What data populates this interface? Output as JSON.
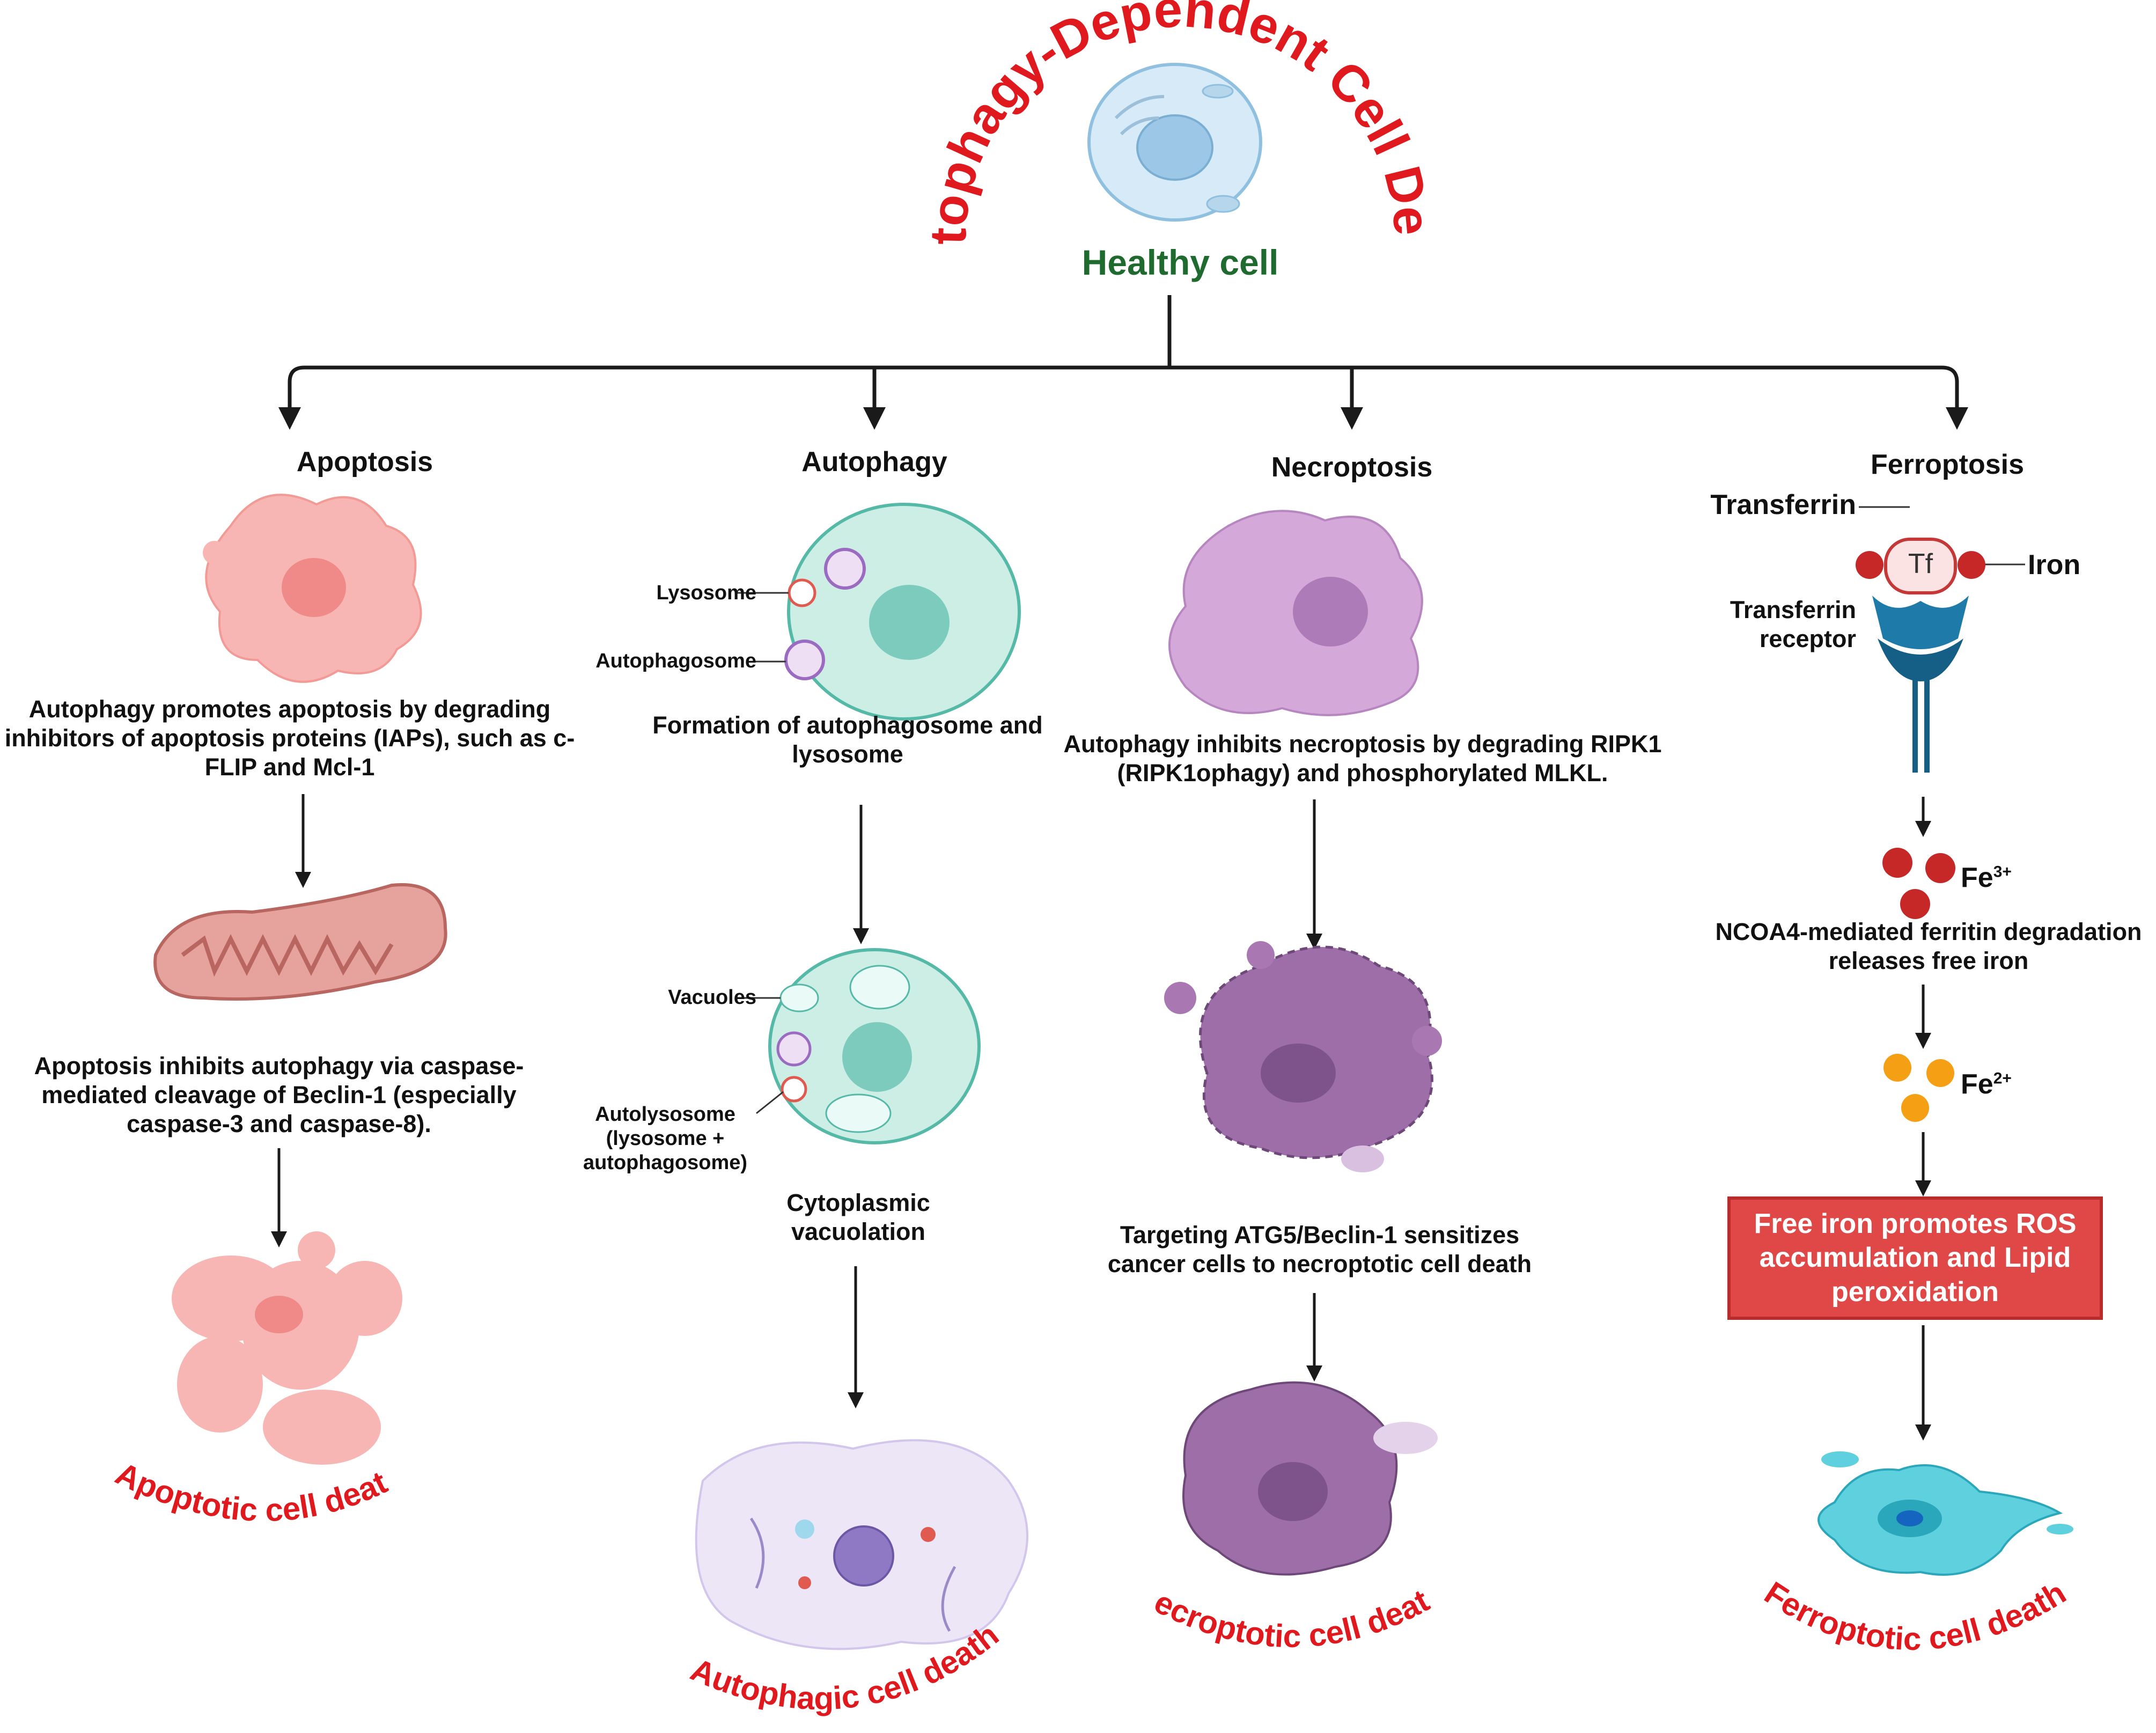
{
  "title": "Autophagy-Dependent Cell Death",
  "healthy_cell": "Healthy cell",
  "branches": {
    "apoptosis": {
      "header": "Apoptosis",
      "text1": "Autophagy promotes apoptosis by degrading inhibitors of apoptosis proteins (IAPs), such as c-FLIP and Mcl-1",
      "text2": "Apoptosis inhibits autophagy via caspase-mediated cleavage of Beclin-1 (especially caspase-3 and caspase-8).",
      "outcome": "Apoptotic cell death"
    },
    "autophagy": {
      "header": "Autophagy",
      "lysosome": "Lysosome",
      "autophagosome": "Autophagosome",
      "text1": "Formation of autophagosome and lysosome",
      "vacuoles": "Vacuoles",
      "autolysosome": "Autolysosome (lysosome + autophagosome)",
      "text2": "Cytoplasmic vacuolation",
      "outcome": "Autophagic cell death"
    },
    "necroptosis": {
      "header": "Necroptosis",
      "text1": "Autophagy inhibits necroptosis by degrading RIPK1 (RIPK1ophagy) and phosphorylated MLKL.",
      "text2": "Targeting ATG5/Beclin-1 sensitizes cancer cells to necroptotic cell death",
      "outcome": "Necroptotic cell death"
    },
    "ferroptosis": {
      "header": "Ferroptosis",
      "transferrin": "Transferrin",
      "tf": "Tf",
      "iron": "Iron",
      "receptor": "Transferrin receptor",
      "fe3_base": "Fe",
      "fe3_sup": "3+",
      "text1": "NCOA4-mediated ferritin degradation releases free iron",
      "fe2_base": "Fe",
      "fe2_sup": "2+",
      "box": "Free iron promotes ROS accumulation and Lipid peroxidation",
      "outcome": "Ferroptotic cell death"
    }
  },
  "colors": {
    "title_red": "#e0191e",
    "healthy_green": "#1f6b2f",
    "box_fill": "#e04848",
    "arrow": "#1a1a1a"
  }
}
